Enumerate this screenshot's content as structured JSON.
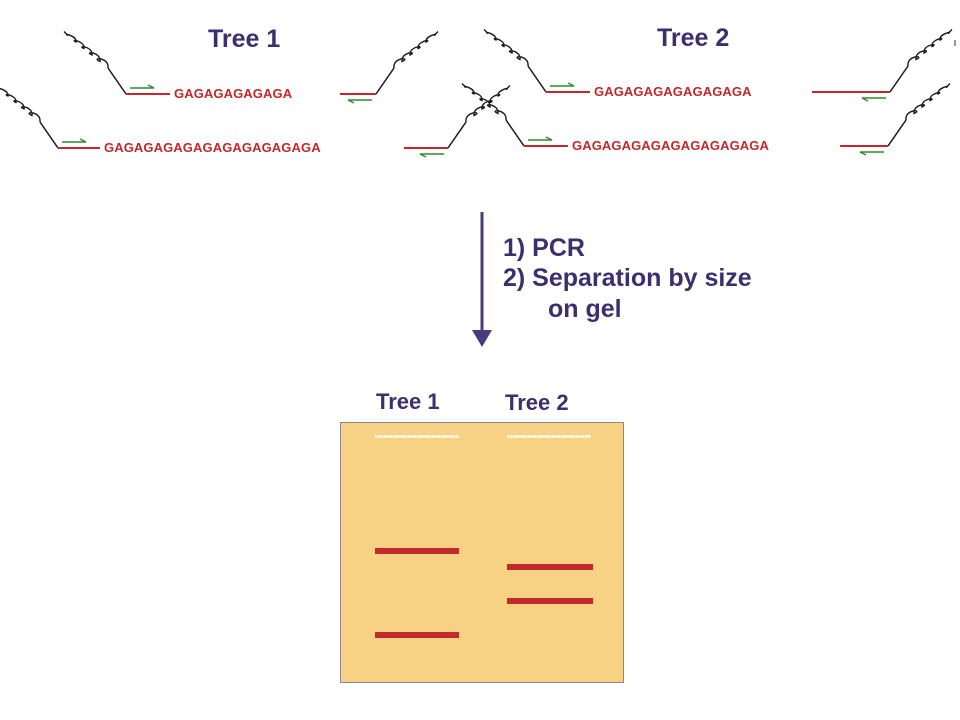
{
  "tree1": {
    "title": "Tree 1",
    "allele_short": "GAGAGAGAGAGA",
    "allele_long": "GAGAGAGAGAGAGAGAGAGAGA"
  },
  "tree2": {
    "title": "Tree 2",
    "allele_short": "GAGAGAGAGAGAGAGA",
    "allele_long": "GAGAGAGAGAGAGAGAGAGA"
  },
  "process": {
    "step1": "1) PCR",
    "step2_line1": "2) Separation by size",
    "step2_line2": "on gel"
  },
  "gel": {
    "lane1_label": "Tree 1",
    "lane2_label": "Tree 2",
    "lane1_band_positions": [
      0.48,
      0.8
    ],
    "lane2_band_positions": [
      0.54,
      0.67
    ]
  },
  "colors": {
    "title": "#3b2f6e",
    "repeat_sequence": "#c4272b",
    "primer": "#2e8b2e",
    "flank_line": "#c4272b",
    "gel_background": "#f7d184",
    "gel_band": "#c22a2c",
    "arrow": "#4b3a7e"
  },
  "icons": [
    "coil-dna-end-icon",
    "primer-arrow-icon",
    "down-arrow-icon"
  ]
}
